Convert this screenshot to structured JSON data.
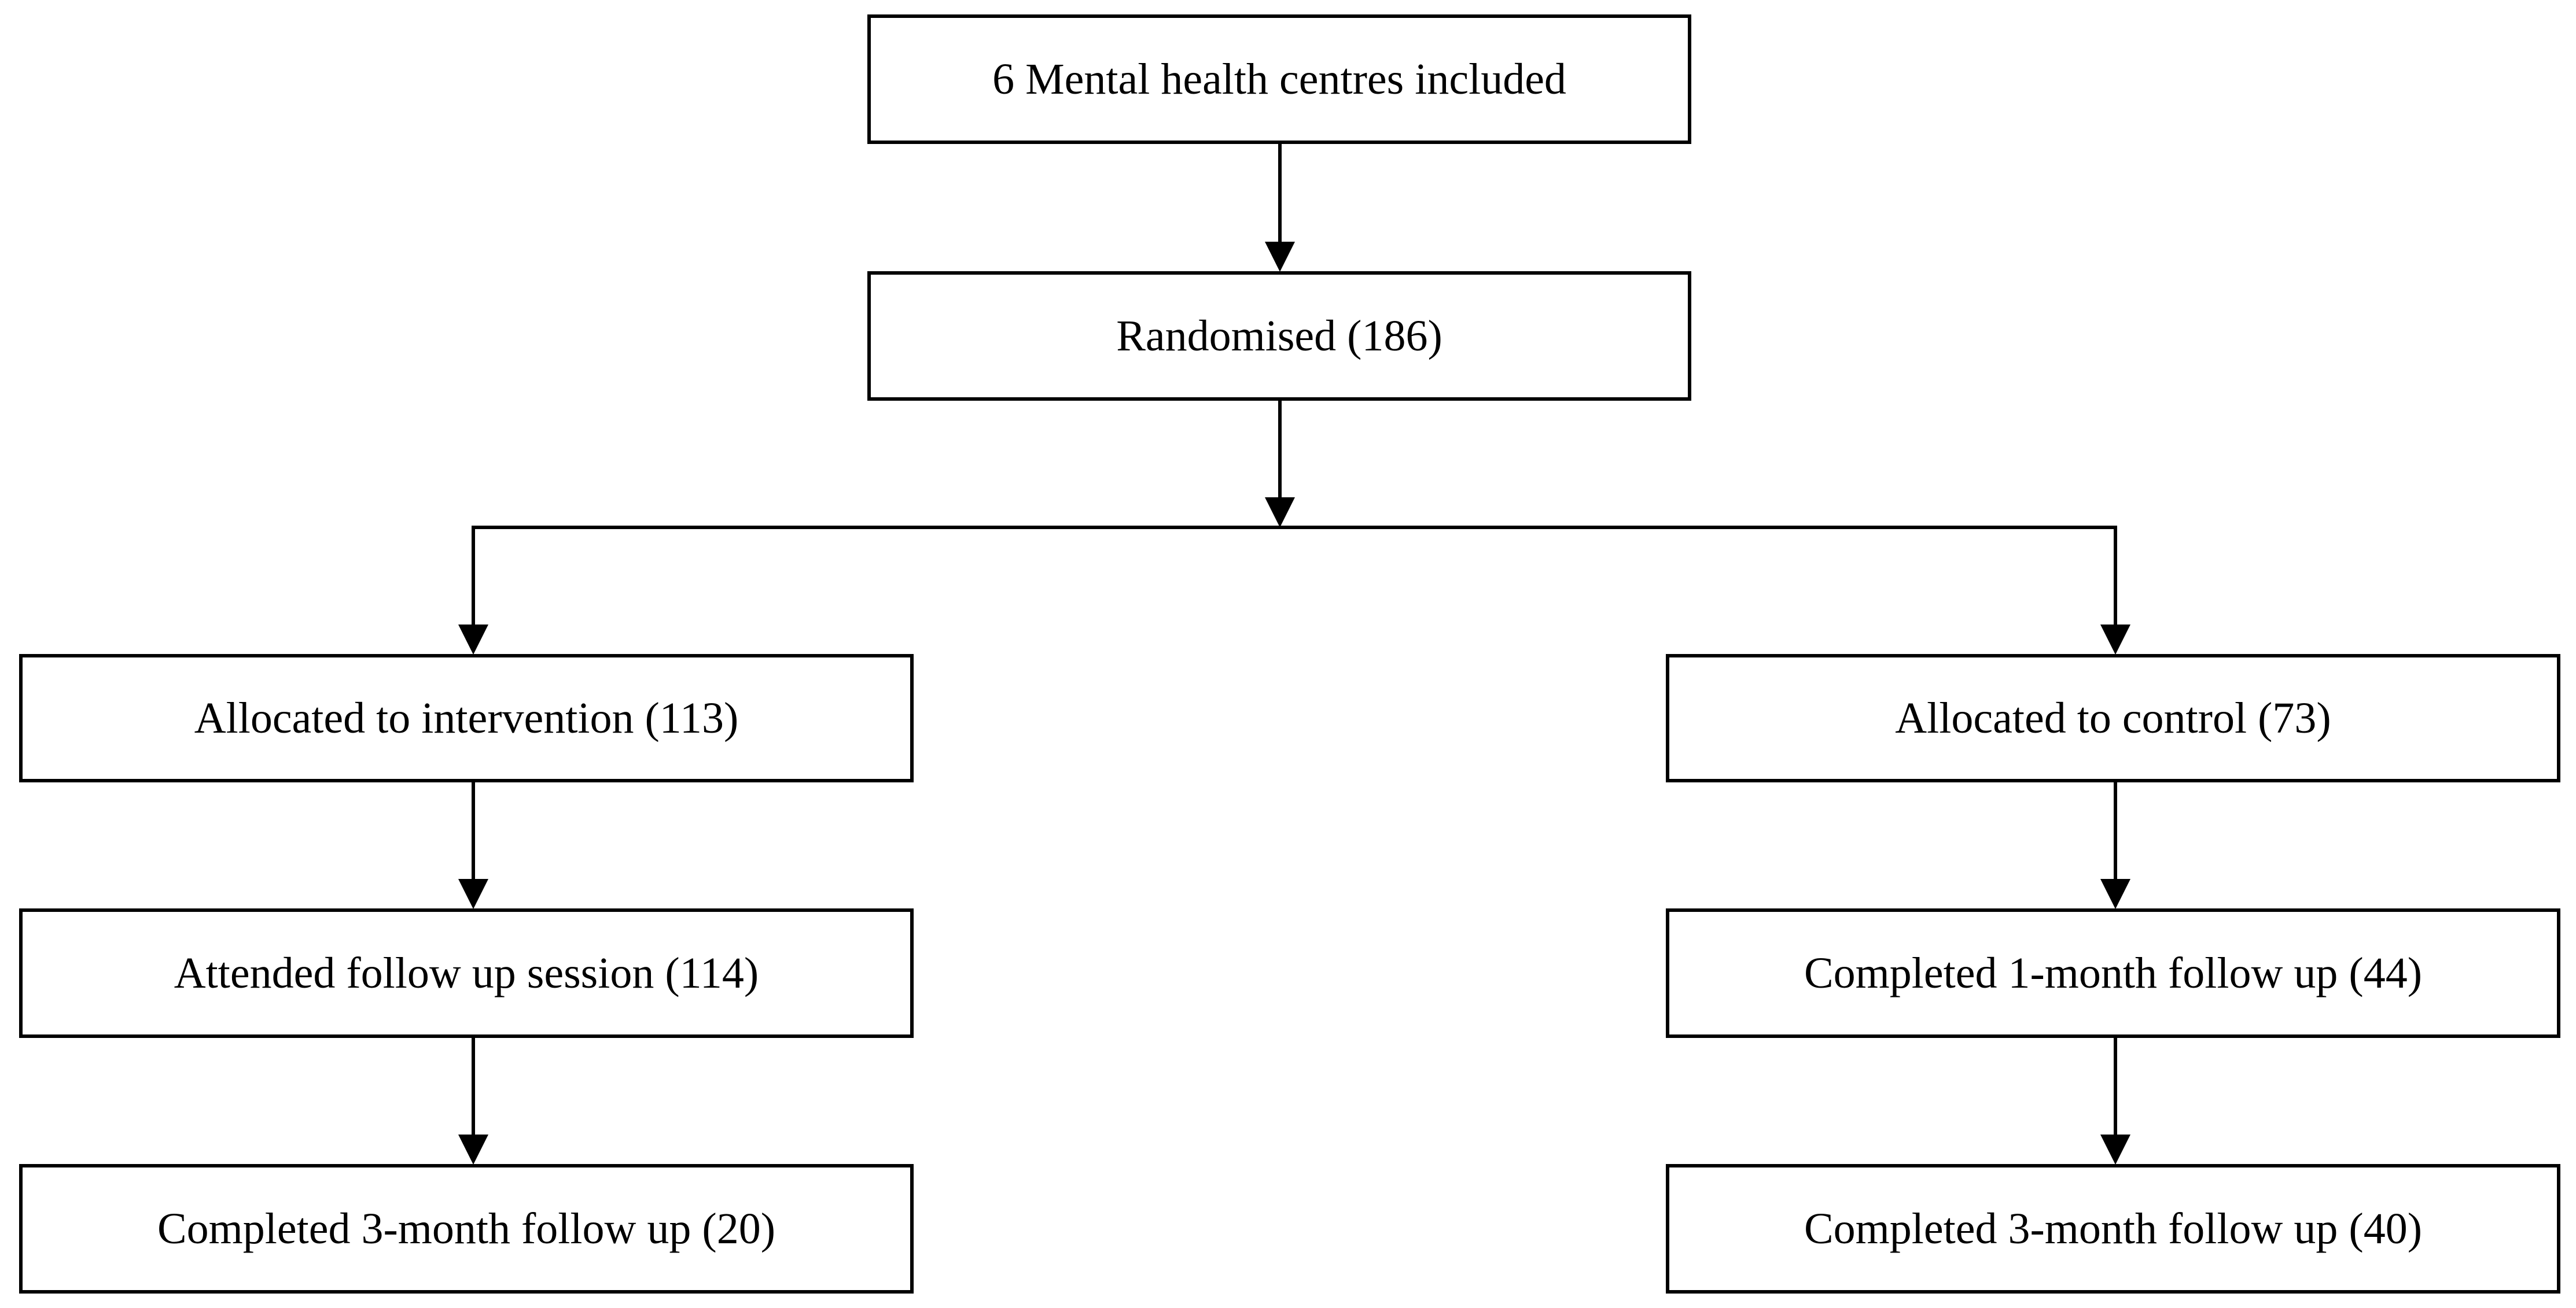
{
  "nodes": {
    "centres": "6 Mental health centres included",
    "randomised": "Randomised (186)",
    "intervention": "Allocated to intervention (113)",
    "control": "Allocated to control (73)",
    "int_followup": "Attended follow up session (114)",
    "ctrl_followup_1m": "Completed 1-month follow up (44)",
    "int_followup_3m": "Completed 3-month follow up (20)",
    "ctrl_followup_3m": "Completed 3-month follow up (40)"
  },
  "colors": {
    "line": "#000000",
    "box_fill": "#ffffff",
    "text": "#000000"
  }
}
